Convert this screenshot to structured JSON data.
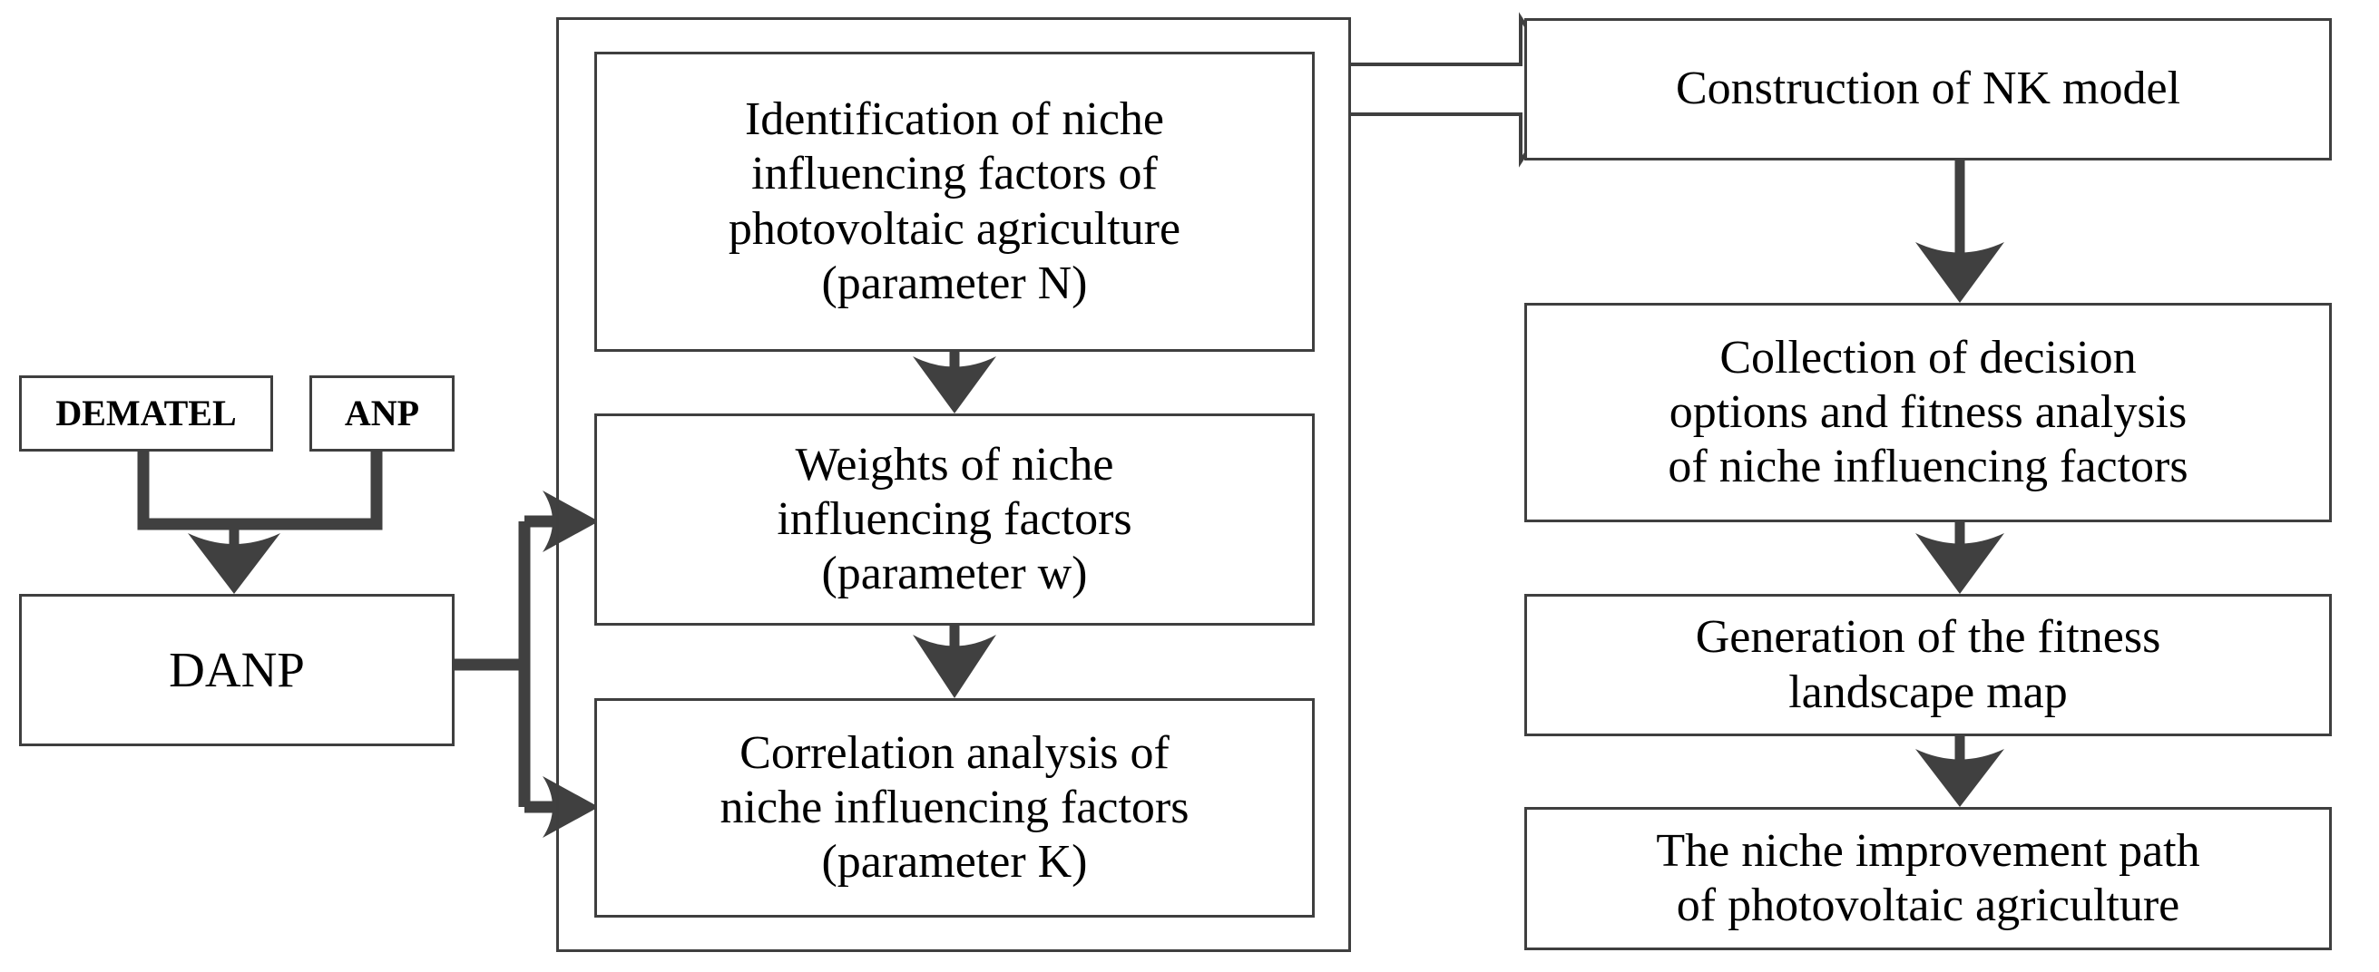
{
  "diagram": {
    "title": "Research framework of niche improvement path of photovoltaic agriculture",
    "type": "flowchart",
    "colors": {
      "box_border": "#3f3f3f",
      "box_fill": "#ffffff",
      "text": "#000000",
      "thick_connector": "#404040",
      "thin_connector": "#3f3f3f",
      "block_arrow_outline": "#3f3f3f",
      "block_arrow_fill": "#ffffff"
    }
  },
  "methods": {
    "dematel_label": "DEMATEL",
    "anp_label": "ANP",
    "danp_label": "DANP"
  },
  "danp_stage": {
    "identification_label": "Identification of  niche\ninfluencing factors of\nphotovoltaic agriculture\n(parameter N)",
    "weights_label": "Weights of niche\ninfluencing factors\n(parameter w)",
    "correlation_label": "Correlation analysis of\nniche influencing factors\n(parameter K)"
  },
  "nk_stage": {
    "nk_model_label": "Construction of NK model",
    "collection_label": "Collection of decision\noptions and fitness analysis\nof niche influencing factors",
    "landscape_label": "Generation of the fitness\nlandscape map",
    "path_label": "The niche improvement path\nof photovoltaic agriculture"
  },
  "connectors": [
    {
      "name": "dematel-to-danp",
      "kind": "merge-arrow",
      "from": [
        "DEMATEL",
        "ANP"
      ],
      "to": "DANP"
    },
    {
      "name": "danp-to-stage",
      "kind": "split-arrow",
      "from": "DANP",
      "to": [
        "Weights of niche influencing factors (parameter w)",
        "Correlation analysis of niche influencing factors (parameter K)"
      ]
    },
    {
      "name": "identification-to-weights",
      "kind": "arrow-down",
      "from": "Identification of niche influencing factors of photovoltaic agriculture (parameter N)",
      "to": "Weights of niche influencing factors (parameter w)"
    },
    {
      "name": "weights-to-correlation",
      "kind": "arrow-down",
      "from": "Weights of niche influencing factors (parameter w)",
      "to": "Correlation analysis of niche influencing factors (parameter K)"
    },
    {
      "name": "stage-to-nk-model",
      "kind": "block-arrow",
      "from": "DANP stage",
      "to": "Construction of NK model"
    },
    {
      "name": "nk-model-to-collection",
      "kind": "arrow-down",
      "from": "Construction of NK model",
      "to": "Collection of decision options and fitness analysis of niche influencing factors"
    },
    {
      "name": "collection-to-landscape",
      "kind": "arrow-down",
      "from": "Collection of decision options and fitness analysis of niche influencing factors",
      "to": "Generation of the fitness landscape map"
    },
    {
      "name": "landscape-to-path",
      "kind": "arrow-down",
      "from": "Generation of the fitness landscape map",
      "to": "The niche improvement path of photovoltaic agriculture"
    }
  ]
}
